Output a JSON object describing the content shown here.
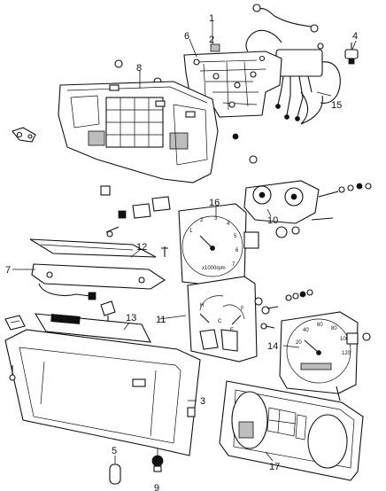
{
  "part_labels": [
    {
      "id": "1",
      "text": "1"
    },
    {
      "id": "2",
      "text": "2"
    },
    {
      "id": "3",
      "text": "3"
    },
    {
      "id": "4",
      "text": "4"
    },
    {
      "id": "5",
      "text": "5"
    },
    {
      "id": "6",
      "text": "6"
    },
    {
      "id": "7",
      "text": "7"
    },
    {
      "id": "8",
      "text": "8"
    },
    {
      "id": "9",
      "text": "9"
    },
    {
      "id": "10",
      "text": "10"
    },
    {
      "id": "11",
      "text": "11"
    },
    {
      "id": "12",
      "text": "12"
    },
    {
      "id": "13",
      "text": "13"
    },
    {
      "id": "14",
      "text": "14"
    },
    {
      "id": "15",
      "text": "15"
    },
    {
      "id": "16",
      "text": "16"
    },
    {
      "id": "17",
      "text": "17"
    }
  ],
  "tachometer": {
    "scale_text": "x1000rpm"
  },
  "gauges": {
    "temp_h": "H",
    "temp_c": "C",
    "fuel_f": "F",
    "fuel_e": "E"
  }
}
